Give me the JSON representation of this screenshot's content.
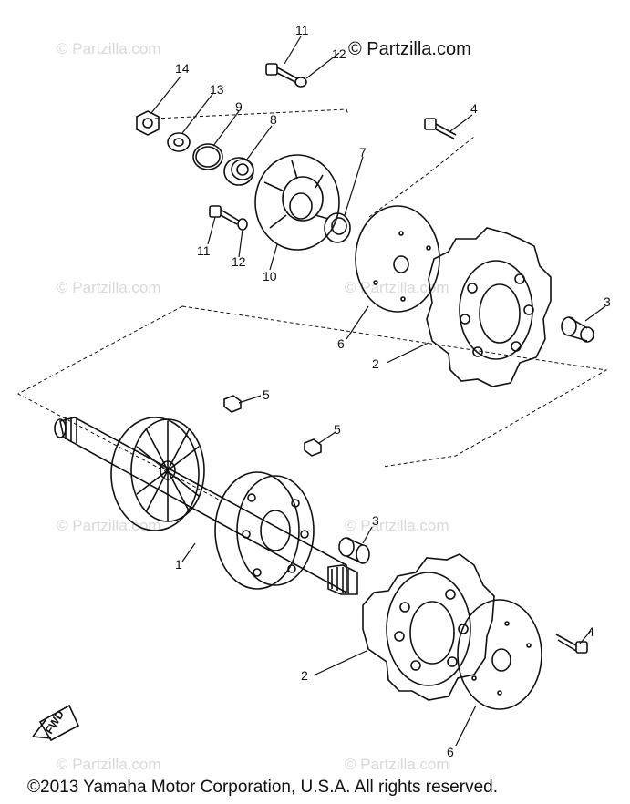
{
  "copyright_top": "© Partzilla.com",
  "copyright_bottom": "©2013  Yamaha Motor Corporation, U.S.A. All rights reserved.",
  "watermark": "© Partzilla.com",
  "direction_marker": "FWD",
  "callouts": {
    "c1": "1",
    "c2": "2",
    "c3": "3",
    "c4": "4",
    "c5": "5",
    "c6": "6",
    "c7": "7",
    "c8": "8",
    "c9": "9",
    "c10": "10",
    "c11": "11",
    "c12": "12",
    "c13": "13",
    "c14": "14"
  }
}
